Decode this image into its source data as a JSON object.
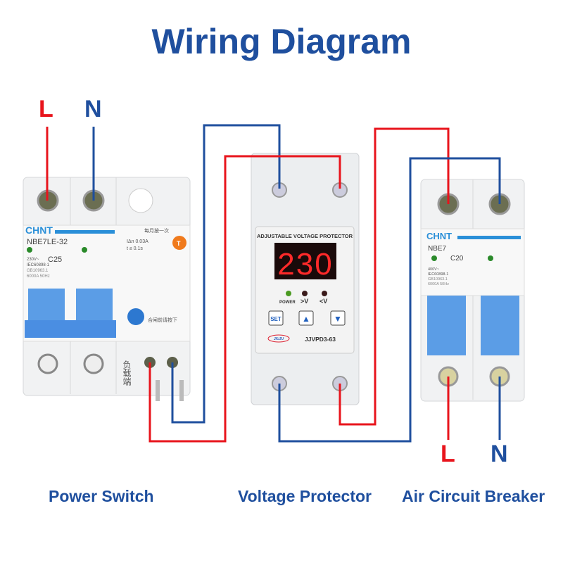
{
  "title": "Wiring Diagram",
  "input_labels": {
    "line": "L",
    "neutral": "N"
  },
  "output_labels": {
    "line": "L",
    "neutral": "N"
  },
  "captions": {
    "power_switch": "Power Switch",
    "voltage_protector": "Voltage Protector",
    "air_circuit_breaker": "Air Circuit Breaker"
  },
  "power_switch": {
    "brand": "CHNT",
    "model": "NBE7LE-32",
    "rating": "C25",
    "voltage": "230V~",
    "standard1": "IEC60898-1",
    "standard2": "GB10963.1",
    "capacity": "6000A 50Hz",
    "leak_current": "IΔn 0.03A",
    "trip_time": "t ≤ 0.1s",
    "test_button": "T",
    "monthly_note": "每月按一次",
    "reset_note": "合闸前请按下",
    "load_side": "负载端"
  },
  "voltage_protector": {
    "header": "ADJUSTABLE VOLTAGE PROTECTOR",
    "display_value": "230",
    "indicators": [
      "POWER",
      ">V",
      "<V"
    ],
    "buttons": {
      "set": "SET",
      "up": "▲",
      "down": "▼"
    },
    "brand": "JIUJU",
    "model": "JJVPD3-63"
  },
  "air_circuit_breaker": {
    "brand": "CHNT",
    "model": "NBE7",
    "rating": "C20",
    "voltage": "400V~",
    "standard1": "IEC60898-1",
    "standard2": "GB10963.1",
    "capacity": "6000A 50Hz"
  },
  "colors": {
    "title": "#1f4f9e",
    "line_wire": "#e8141c",
    "neutral_wire": "#1f4f9e",
    "handle": "#4a90e2",
    "display_digits": "#ff2a2a"
  }
}
